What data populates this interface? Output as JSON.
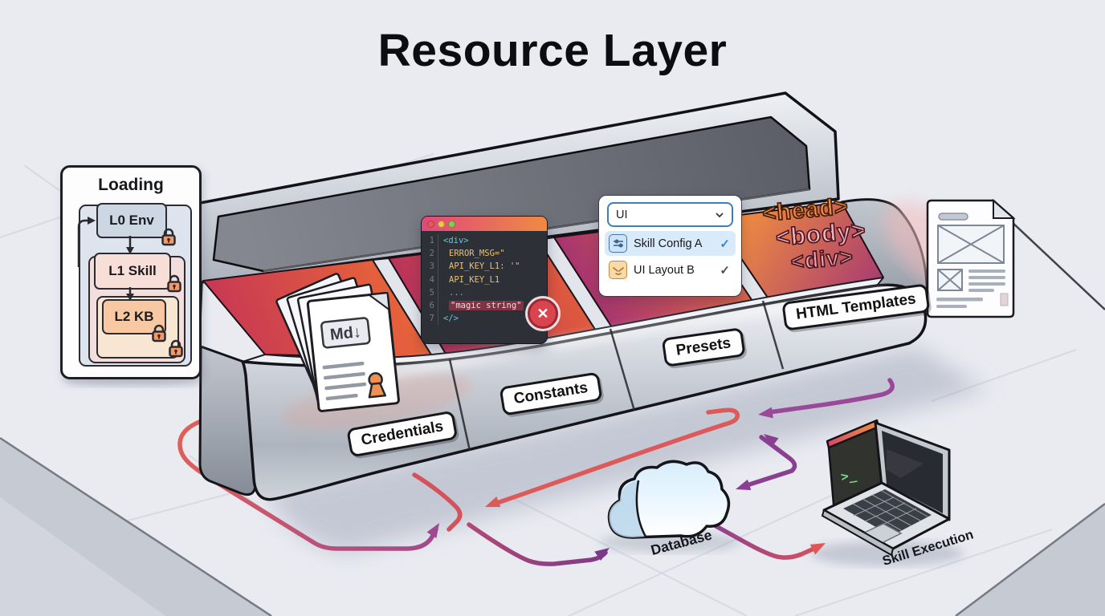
{
  "title": "Resource Layer",
  "loading_panel": {
    "title": "Loading",
    "levels": [
      {
        "label": "L0 Env"
      },
      {
        "label": "L1 Skill"
      },
      {
        "label": "L2 KB"
      }
    ]
  },
  "code_editor": {
    "lines": [
      {
        "num": "1",
        "code": "<div>"
      },
      {
        "num": "2",
        "code": "ERROR_MSG=\""
      },
      {
        "num": "3",
        "code": "API_KEY_L1: '\""
      },
      {
        "num": "4",
        "code": "API_KEY_L1"
      },
      {
        "num": "5",
        "code": "..."
      },
      {
        "num": "6",
        "code": "\"magic string\""
      },
      {
        "num": "7",
        "code": "</>"
      }
    ],
    "close_label": "✕"
  },
  "dropdown": {
    "selected_value": "UI",
    "options": [
      {
        "label": "Skill Config A",
        "check": "✓"
      },
      {
        "label": "UI Layout B",
        "check": "✓"
      }
    ]
  },
  "html_tags": [
    {
      "text": "<head>"
    },
    {
      "text": "<body>"
    },
    {
      "text": "<div>"
    }
  ],
  "compartments": [
    {
      "label": "Credentials"
    },
    {
      "label": "Constants"
    },
    {
      "label": "Presets"
    },
    {
      "label": "HTML Templates"
    }
  ],
  "md_doc": {
    "badge": "Md↓"
  },
  "database": {
    "label": "Database"
  },
  "laptop": {
    "label": "Skill Execution",
    "prompt": ">_"
  },
  "colors": {
    "magenta": "#bf3f6e",
    "orange": "#e8693f",
    "arrow_red": "#d95757",
    "arrow_purple": "#8e4a96"
  }
}
